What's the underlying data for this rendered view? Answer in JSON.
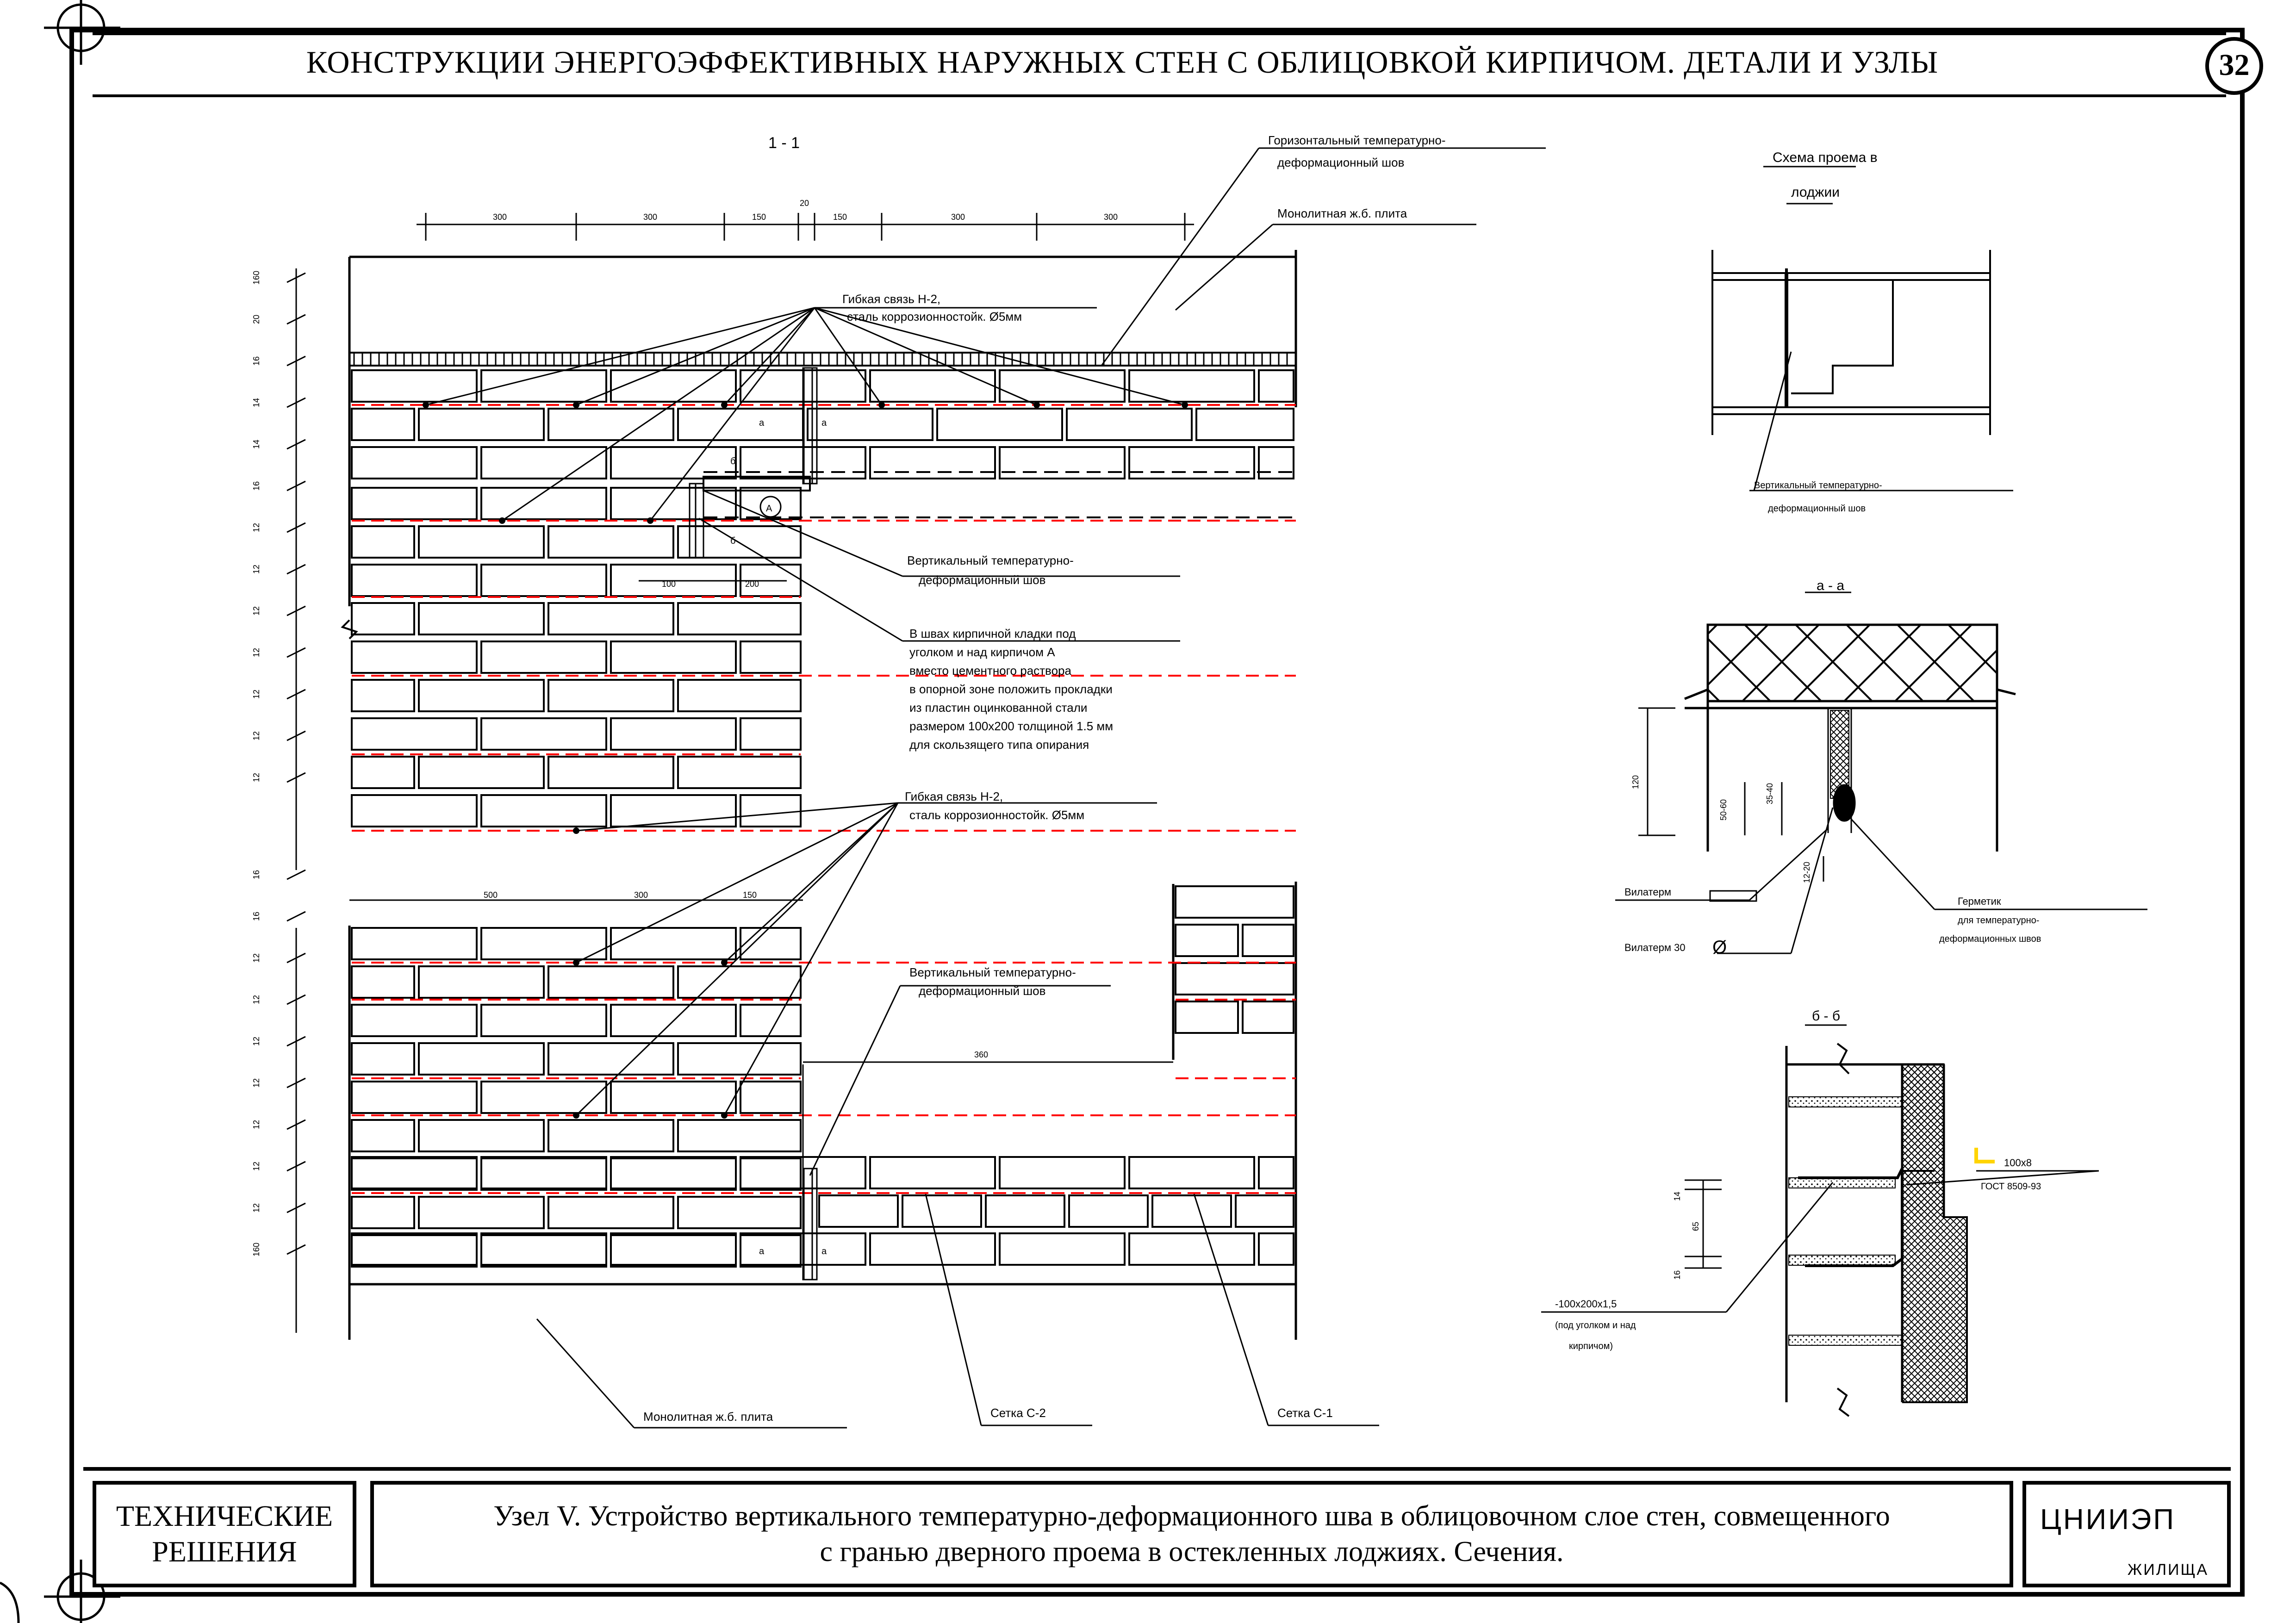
{
  "header": {
    "title": "КОНСТРУКЦИИ ЭНЕРГОЭФФЕКТИВНЫХ НАРУЖНЫХ СТЕН С ОБЛИЦОВКОЙ КИРПИЧОМ. ДЕТАЛИ И УЗЛЫ",
    "page_number": "32"
  },
  "section_1_1": {
    "label": "1 - 1",
    "top_dims": [
      "300",
      "300",
      "150",
      "20",
      "150",
      "300",
      "300"
    ],
    "mid_dims": [
      "100",
      "200"
    ],
    "lower_dims": [
      "500",
      "300",
      "150"
    ],
    "opening_dim": "360",
    "row_dims_left": [
      "160",
      "20",
      "16",
      "14",
      "14",
      "16",
      "12",
      "12",
      "12",
      "12",
      "12",
      "12",
      "12",
      "16",
      "16",
      "12",
      "12",
      "12",
      "12",
      "12",
      "12",
      "12",
      "160"
    ],
    "notes": {
      "horizontal_joint_1": "Горизонтальный температурно-",
      "horizontal_joint_2": "деформационный шов",
      "monolith_top": "Монолитная ж.б. плита",
      "tie_top_1": "Гибкая связь Н-2,",
      "tie_top_2": "сталь коррозионностойк. Ø5мм",
      "vertical_joint_1": "Вертикальный температурно-",
      "vertical_joint_2": "деформационный шов",
      "seams_1": "В швах кирпичной кладки под",
      "seams_2": "уголком и над кирпичом А",
      "seams_3": "вместо цементного раствора",
      "seams_4": "в опорной зоне положить прокладки",
      "seams_5": "из пластин оцинкованной стали",
      "seams_6": "размером 100х200 толщиной 1.5 мм",
      "seams_7": "для скользящего типа опирания",
      "tie_mid_1": "Гибкая связь Н-2,",
      "tie_mid_2": "сталь коррозионностойк. Ø5мм",
      "vertical_joint_low_1": "Вертикальный температурно-",
      "vertical_joint_low_2": "деформационный шов",
      "monolith_bottom": "Монолитная ж.б. плита",
      "mesh_c2": "Сетка С-2",
      "mesh_c1": "Сетка С-1",
      "mark_a": "а",
      "mark_b": "б",
      "mark_A": "А"
    }
  },
  "scheme": {
    "title_1": "Схема проема в",
    "title_2": "лоджии",
    "note_1": "Вертикальный температурно-",
    "note_2": "деформационный шов"
  },
  "section_a_a": {
    "label": "а - а",
    "dims": [
      "120",
      "50-60",
      "35-40",
      "12-20"
    ],
    "vilaterm": "Вилатерм",
    "vilaterm_30": "Вилатерм   30",
    "diam": "Ø",
    "sealant_1": "Герметик",
    "sealant_2": "для температурно-",
    "sealant_3": "деформационных швов"
  },
  "section_b_b": {
    "label": "б - б",
    "dims": [
      "14",
      "65",
      "16"
    ],
    "angle_1": "100х8",
    "angle_2": "ГОСТ 8509-93",
    "plate_1": "-100х200х1,5",
    "plate_2": "(под уголком и над",
    "plate_3": "кирпичом)"
  },
  "footer": {
    "tech_1": "ТЕХНИЧЕСКИЕ",
    "tech_2": "РЕШЕНИЯ",
    "caption_1": "Узел V. Устройство вертикального температурно-деформационного шва в облицовочном слое стен, совмещенного",
    "caption_2": "с гранью дверного проема в остекленных лоджиях. Сечения.",
    "org": "ЦНИИЭП",
    "org_sub": "ЖИЛИЩА"
  },
  "colors": {
    "line": "#000000",
    "seam": "#ff0000",
    "angle": "#ffd400"
  }
}
